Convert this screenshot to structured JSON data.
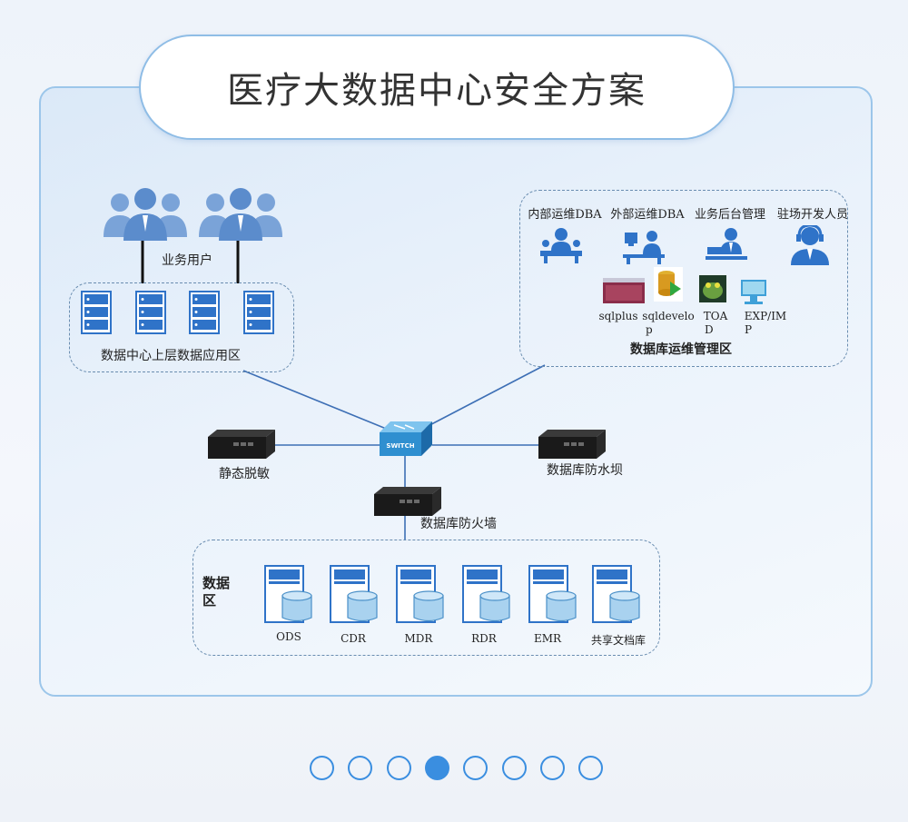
{
  "title": "医疗大数据中心安全方案",
  "users_label": "业务用户",
  "app_zone_label": "数据中心上层数据应用区",
  "ops_zone": {
    "roles": [
      "内部运维DBA",
      "外部运维DBA",
      "业务后台管理",
      "驻场开发人员"
    ],
    "tools": [
      {
        "line1": "sqlplus",
        "line2": ""
      },
      {
        "line1": "sqldevelo",
        "line2": "p"
      },
      {
        "line1": "TOA",
        "line2": "D"
      },
      {
        "line1": "EXP/IM",
        "line2": "P"
      }
    ],
    "label": "数据库运维管理区"
  },
  "switch_label": "SWITCH",
  "devices": {
    "masking": "静态脱敏",
    "dam": "数据库防水坝",
    "firewall": "数据库防火墙"
  },
  "data_zone": {
    "label_line1": "数据",
    "label_line2": "区",
    "stores": [
      "ODS",
      "CDR",
      "MDR",
      "RDR",
      "EMR",
      "共享文档库"
    ]
  },
  "pagination": {
    "count": 8,
    "active_index": 3
  },
  "colors": {
    "accent": "#3a8ee0",
    "icon_blue": "#2f73c8",
    "line_blue": "#3d6fb5"
  }
}
